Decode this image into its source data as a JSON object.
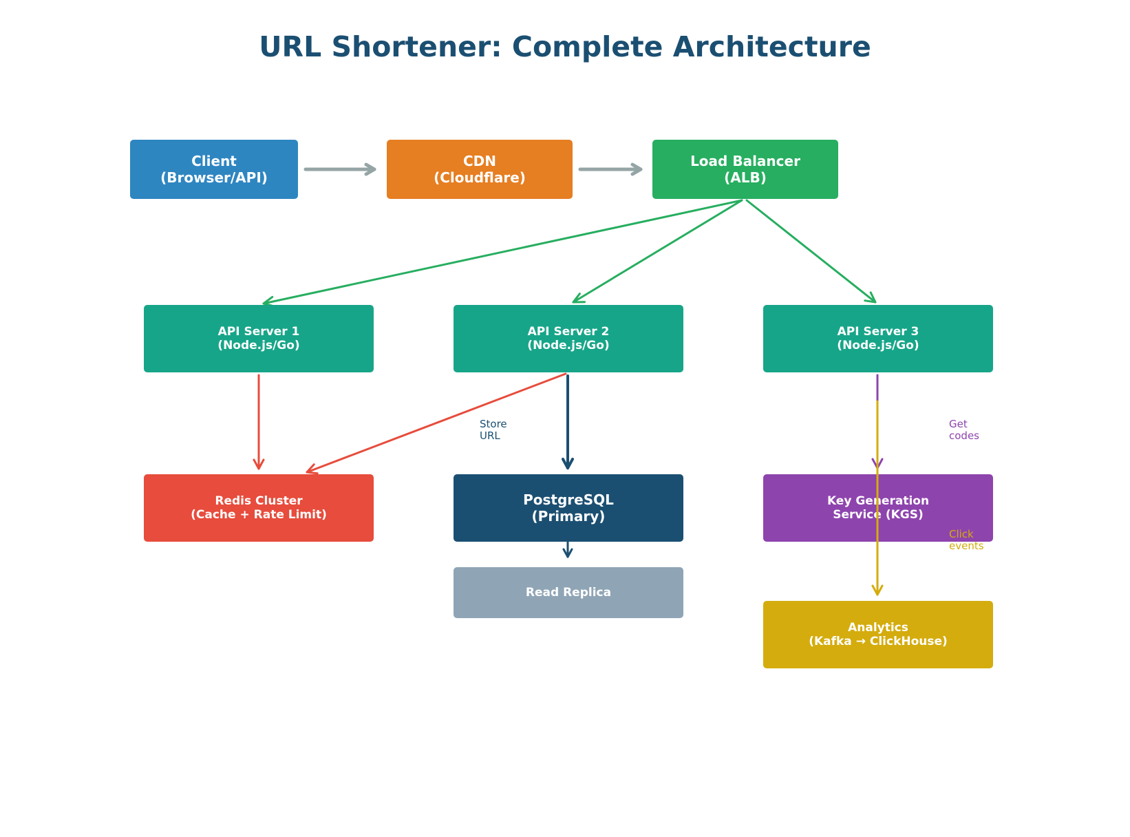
{
  "title": "URL Shortener: Complete Architecture",
  "nodes": {
    "client": {
      "label": "Client\n(Browser/API)",
      "color": "#2e86c1"
    },
    "cdn": {
      "label": "CDN\n(Cloudflare)",
      "color": "#e67e22"
    },
    "load_balancer": {
      "label": "Load Balancer\n(ALB)",
      "color": "#27ae60"
    },
    "api_server_1": {
      "label": "API Server 1\n(Node.js/Go)",
      "color": "#17a589"
    },
    "api_server_2": {
      "label": "API Server 2\n(Node.js/Go)",
      "color": "#17a589"
    },
    "api_server_3": {
      "label": "API Server 3\n(Node.js/Go)",
      "color": "#17a589"
    },
    "redis": {
      "label": "Redis Cluster\n(Cache + Rate Limit)",
      "color": "#e74c3c"
    },
    "postgres": {
      "label": "PostgreSQL\n(Primary)",
      "color": "#1b4f72"
    },
    "replica": {
      "label": "Read Replica",
      "color": "#8fa5b6"
    },
    "kgs": {
      "label": "Key Generation\nService (KGS)",
      "color": "#8e44ad"
    },
    "analytics": {
      "label": "Analytics\n(Kafka → ClickHouse)",
      "color": "#d4ac0d"
    }
  },
  "edge_labels": {
    "store_url": "Store\nURL",
    "get_codes": "Get\ncodes",
    "click_events": "Click\nevents"
  },
  "edges": [
    {
      "from": "client",
      "to": "cdn",
      "color": "#95a5a6"
    },
    {
      "from": "cdn",
      "to": "load_balancer",
      "color": "#95a5a6"
    },
    {
      "from": "load_balancer",
      "to": "api_server_1",
      "color": "#27ae60"
    },
    {
      "from": "load_balancer",
      "to": "api_server_2",
      "color": "#27ae60"
    },
    {
      "from": "load_balancer",
      "to": "api_server_3",
      "color": "#27ae60"
    },
    {
      "from": "api_server_1",
      "to": "redis",
      "color": "#e74c3c"
    },
    {
      "from": "api_server_2",
      "to": "redis",
      "color": "#e74c3c"
    },
    {
      "from": "api_server_2",
      "to": "postgres",
      "color": "#1b4f72",
      "label": "Store\nURL"
    },
    {
      "from": "postgres",
      "to": "replica",
      "color": "#1b4f72"
    },
    {
      "from": "api_server_3",
      "to": "kgs",
      "color": "#8e44ad",
      "label": "Get\ncodes"
    },
    {
      "from": "api_server_3",
      "to": "analytics",
      "color": "#d4ac0d",
      "label": "Click\nevents"
    }
  ]
}
